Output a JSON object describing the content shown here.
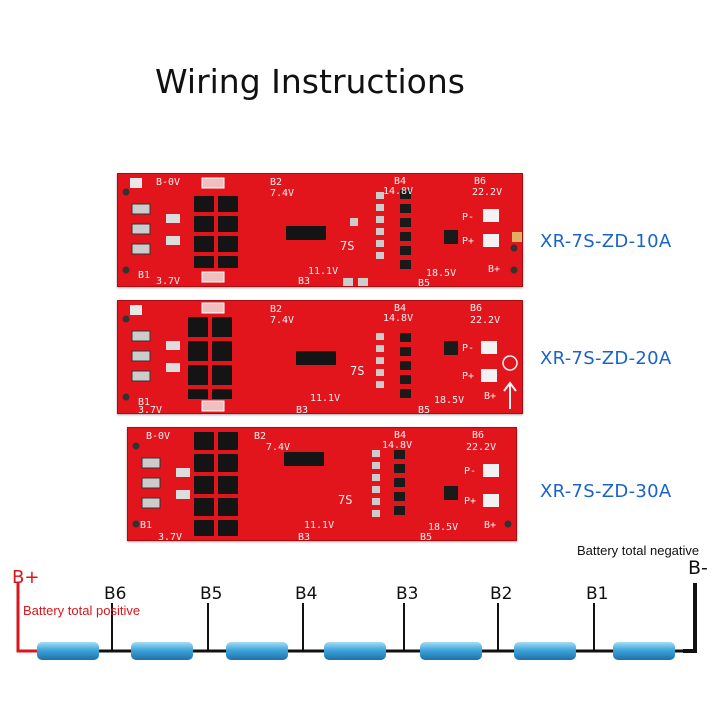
{
  "page": {
    "title": "Wiring Instructions"
  },
  "boards": [
    {
      "model": "XR-7S-ZD-10A",
      "silk": {
        "b0v": "B-0V",
        "b1": "B1",
        "v1": "3.7V",
        "b2": "B2",
        "v2": "7.4V",
        "b3": "B3",
        "v3": "11.1V",
        "b4": "B4",
        "v4": "14.8V",
        "b5": "B5",
        "v5": "18.5V",
        "b6": "B6",
        "v6": "22.2V",
        "pminus": "P-",
        "pplus": "P+",
        "bplus": "B+",
        "cell": "7S"
      }
    },
    {
      "model": "XR-7S-ZD-20A",
      "silk": {
        "b0v": "",
        "b1": "B1",
        "v1": "3.7V",
        "b2": "B2",
        "v2": "7.4V",
        "b3": "B3",
        "v3": "11.1V",
        "b4": "B4",
        "v4": "14.8V",
        "b5": "B5",
        "v5": "18.5V",
        "b6": "B6",
        "v6": "22.2V",
        "pminus": "P-",
        "pplus": "P+",
        "bplus": "B+",
        "cell": "7S"
      }
    },
    {
      "model": "XR-7S-ZD-30A",
      "silk": {
        "b0v": "B-0V",
        "b1": "B1",
        "v1": "3.7V",
        "b2": "B2",
        "v2": "7.4V",
        "b3": "B3",
        "v3": "11.1V",
        "b4": "B4",
        "v4": "14.8V",
        "b5": "B5",
        "v5": "18.5V",
        "b6": "B6",
        "v6": "22.2V",
        "pminus": "P-",
        "pplus": "P+",
        "bplus": "B+",
        "cell": "7S"
      }
    }
  ],
  "wiring": {
    "bplus": "B+",
    "bplus_note": "Battery total positive",
    "bminus": "B-",
    "bminus_note": "Battery total negative",
    "taps": [
      "B6",
      "B5",
      "B4",
      "B3",
      "B2",
      "B1"
    ]
  },
  "colors": {
    "pcb": "#e2141c",
    "model_text": "#1a63c8",
    "positive": "#d8161c",
    "cell": "#3ea6dc"
  }
}
